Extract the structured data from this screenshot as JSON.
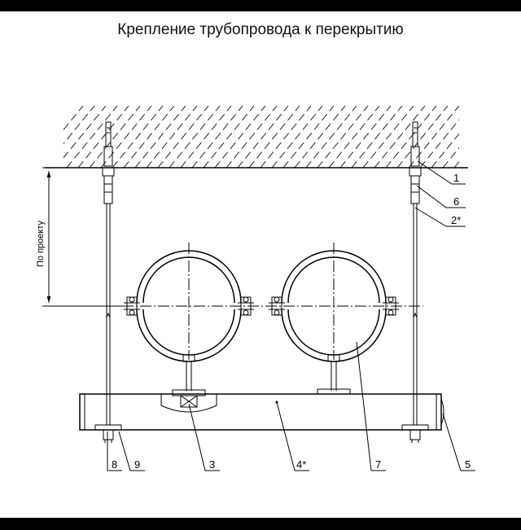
{
  "title": "Крепление трубопровода к перекрытию",
  "dimension_label": "По проекту",
  "callouts": [
    {
      "id": "callout-1",
      "text": "1"
    },
    {
      "id": "callout-6",
      "text": "6"
    },
    {
      "id": "callout-2",
      "text": "2*"
    },
    {
      "id": "callout-8",
      "text": "8"
    },
    {
      "id": "callout-9",
      "text": "9"
    },
    {
      "id": "callout-3",
      "text": "3"
    },
    {
      "id": "callout-4",
      "text": "4*"
    },
    {
      "id": "callout-7",
      "text": "7"
    },
    {
      "id": "callout-5",
      "text": "5"
    }
  ]
}
